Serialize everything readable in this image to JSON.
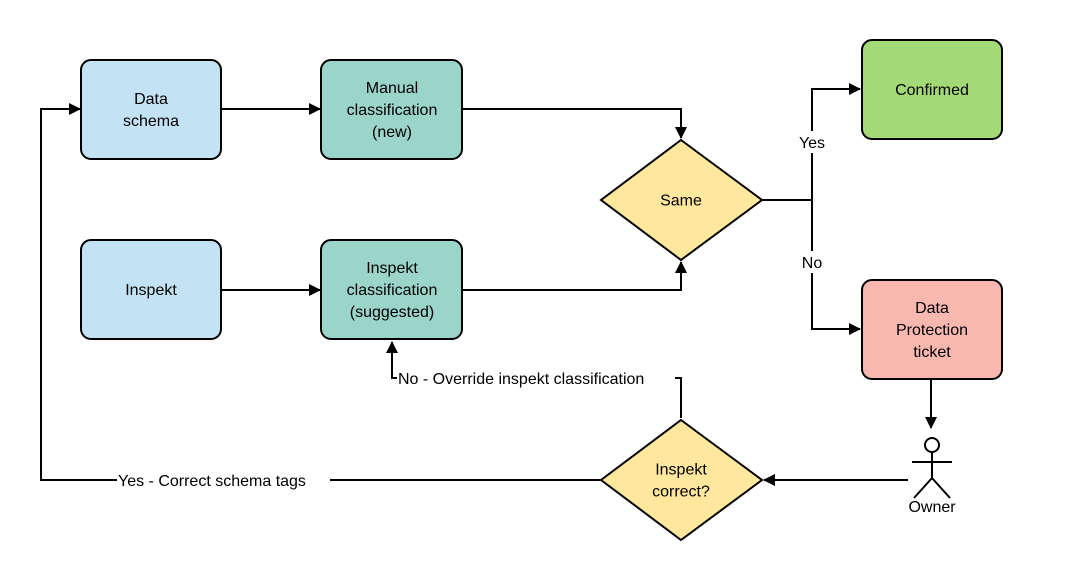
{
  "colors": {
    "blue": "#c3e3f5",
    "teal": "#9bd5c9",
    "green": "#a3d977",
    "red": "#f8b8b0",
    "yellow": "#ffe79e",
    "stroke": "#000000"
  },
  "nodes": {
    "data_schema": {
      "lines": [
        "Data",
        "schema"
      ]
    },
    "manual_classification": {
      "lines": [
        "Manual",
        "classification",
        "(new)"
      ]
    },
    "inspekt": {
      "lines": [
        "Inspekt"
      ]
    },
    "inspekt_classification": {
      "lines": [
        "Inspekt",
        "classification",
        "(suggested)"
      ]
    },
    "same": {
      "lines": [
        "Same"
      ]
    },
    "confirmed": {
      "lines": [
        "Confirmed"
      ]
    },
    "data_protection_ticket": {
      "lines": [
        "Data",
        "Protection",
        "ticket"
      ]
    },
    "inspekt_correct": {
      "lines": [
        "Inspekt",
        "correct?"
      ]
    },
    "owner": {
      "label": "Owner"
    }
  },
  "edge_labels": {
    "yes": "Yes",
    "no": "No",
    "override": "No - Override inspekt classification",
    "correct_tags": "Yes - Correct schema tags"
  }
}
